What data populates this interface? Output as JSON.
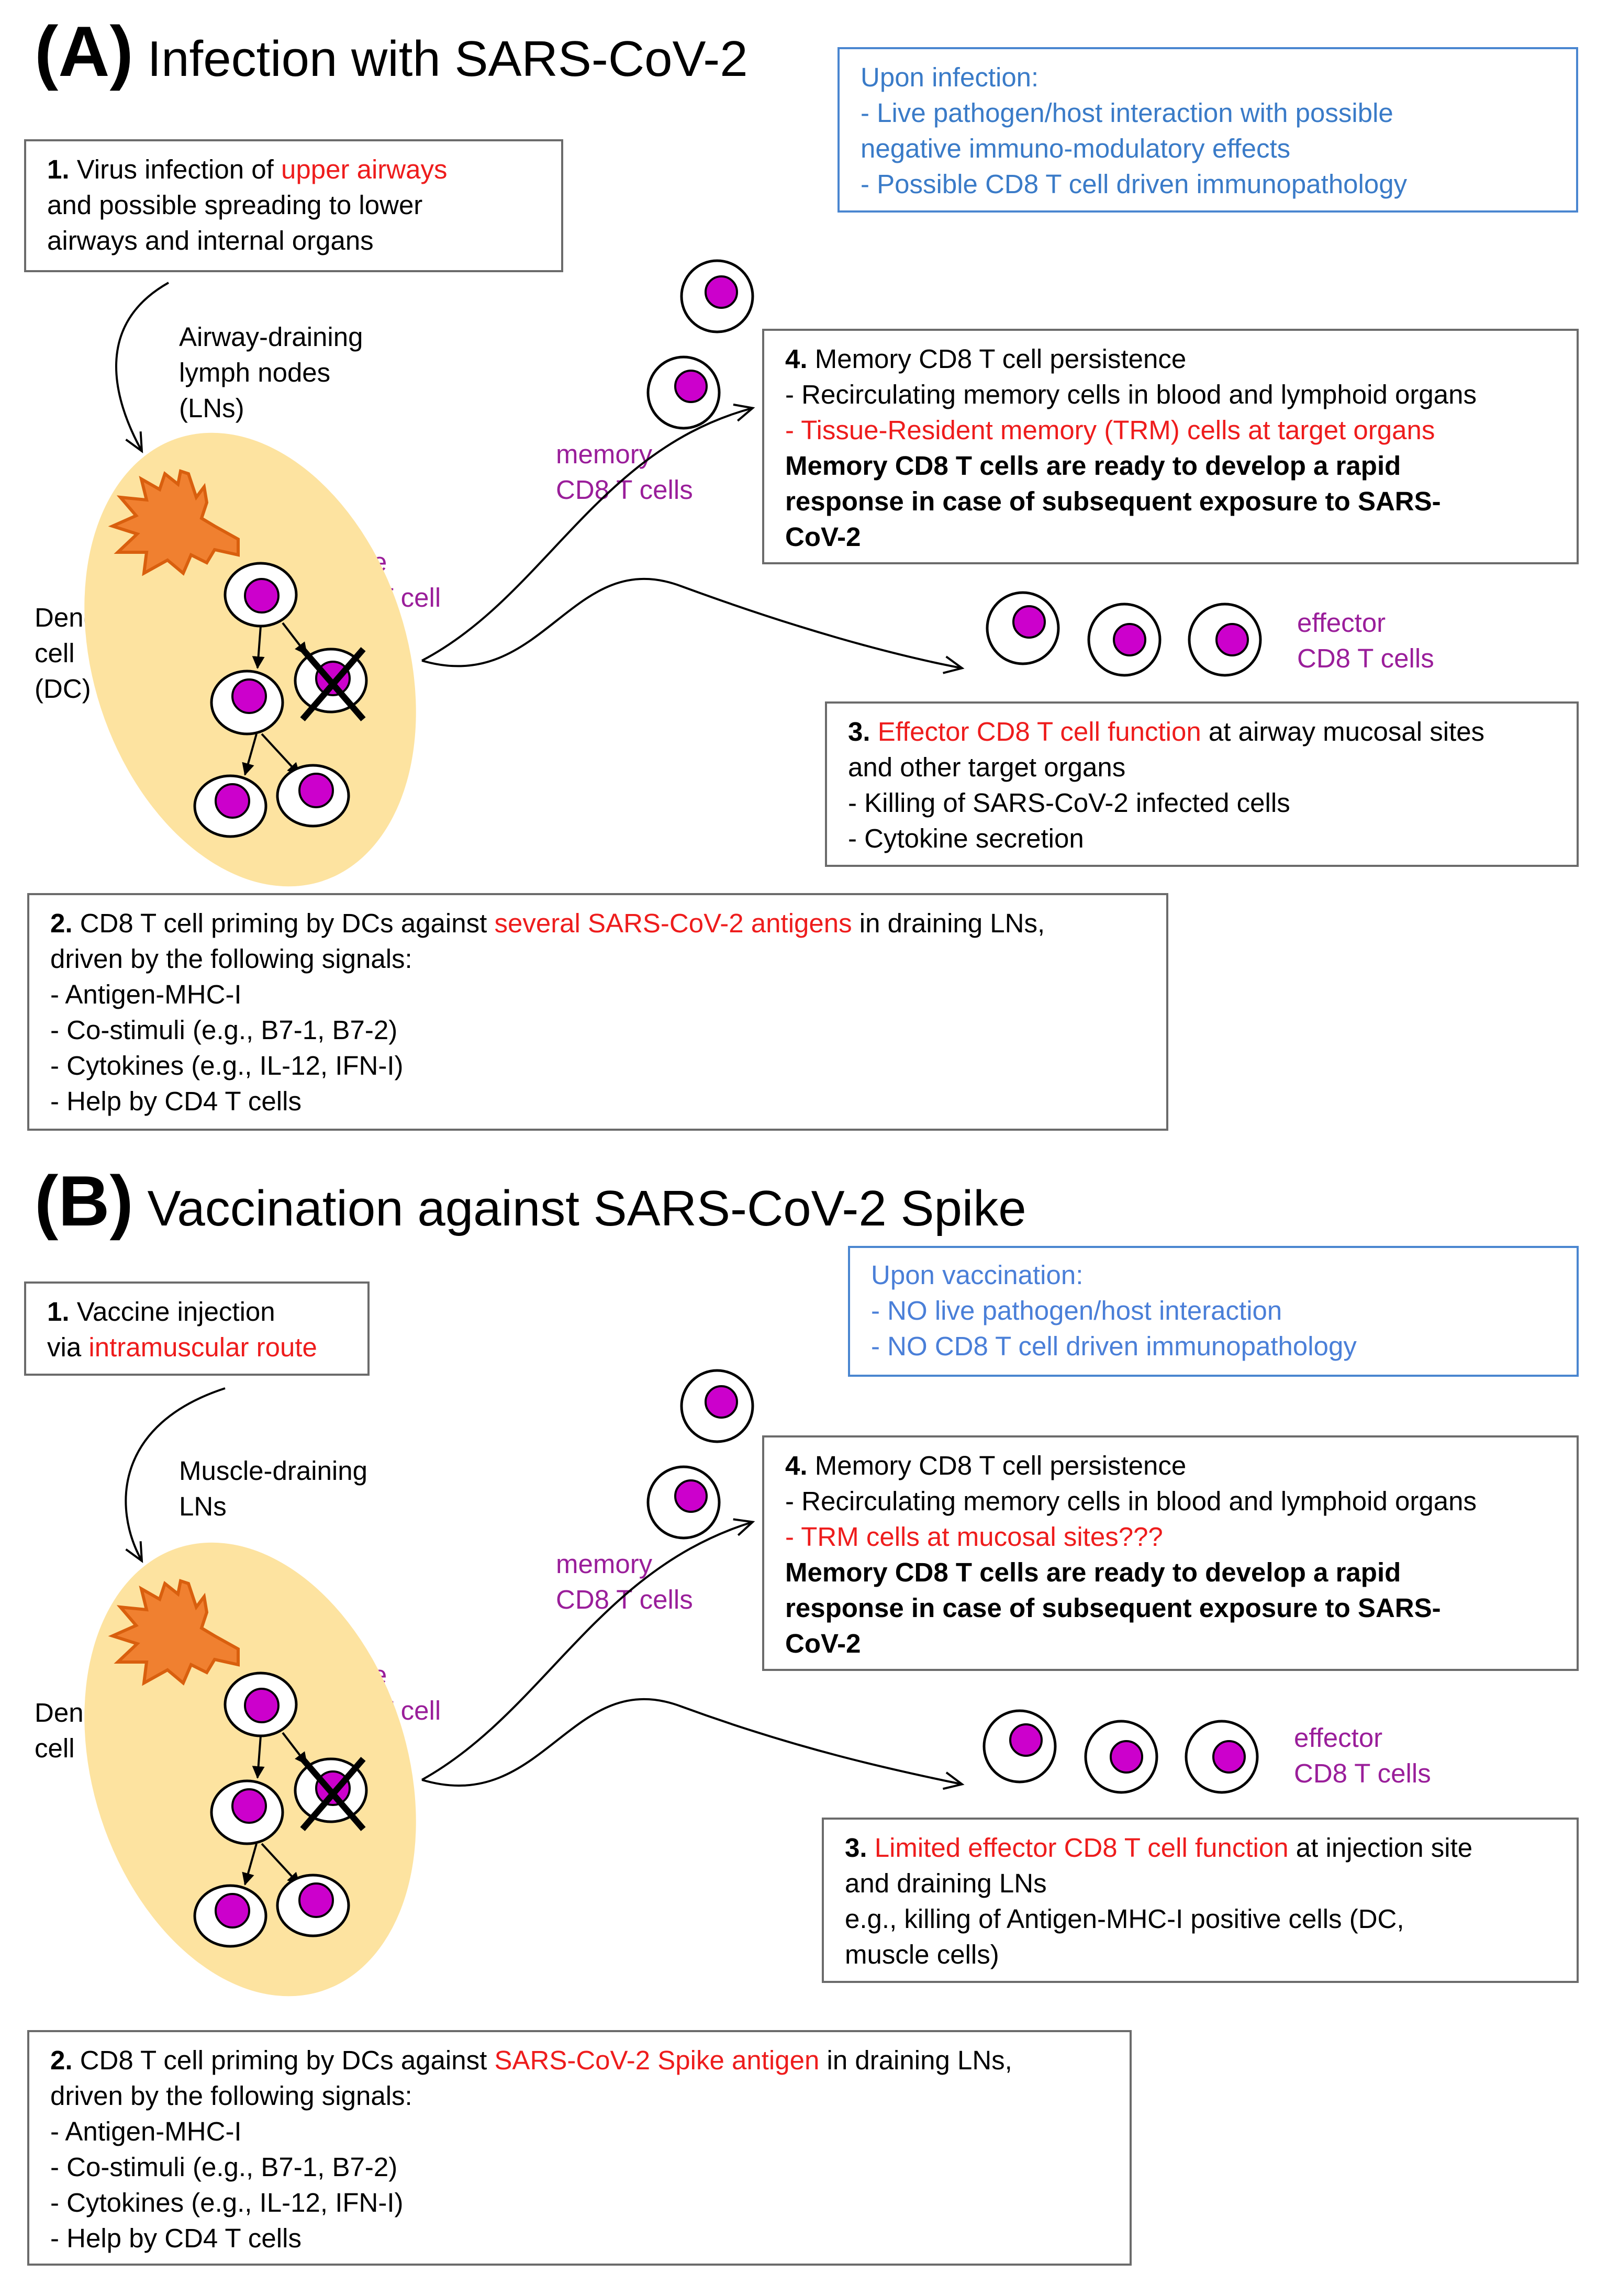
{
  "colors": {
    "accent_red": "#ee1c1c",
    "label_purple": "#9a1e9a",
    "note_blue": "#3a7bc8",
    "node_ellipse": "#fde3a0",
    "dendritic_cell": "#f08030",
    "nucleus": "#cc00cc"
  },
  "panel_a": {
    "label": "(A)",
    "title": "Infection with SARS-CoV-2",
    "note": {
      "lines": [
        "Upon infection:",
        "- Live pathogen/host interaction with possible",
        "negative immuno-modulatory effects",
        "- Possible CD8 T cell driven immunopathology"
      ]
    },
    "step1": {
      "num": "1.",
      "pre": " Virus infection of ",
      "highlight": "upper airways",
      "line2": "and possible spreading to lower",
      "line3": "airways and internal organs"
    },
    "node_label": [
      "Airway-draining",
      "lymph nodes",
      "(LNs)"
    ],
    "dc_label": [
      "Dendritic",
      "cell",
      "(DC)"
    ],
    "naive_label": [
      "Naïve",
      "CD8 T cell"
    ],
    "memory_label": [
      "memory",
      "CD8 T cells"
    ],
    "effector_label": [
      "effector",
      "CD8 T cells"
    ],
    "step4": {
      "num": "4.",
      "title": " Memory CD8 T cell persistence",
      "line2": "- Recirculating memory cells in blood and lymphoid organs",
      "line3": "- Tissue-Resident memory (TRM) cells at target organs",
      "bold": [
        "Memory CD8 T cells are ready to develop a rapid",
        "response in case of subsequent exposure to SARS-",
        "CoV-2"
      ]
    },
    "step3": {
      "num": "3.",
      "highlight": " Effector CD8 T cell function",
      "post": " at airway mucosal sites",
      "lines": [
        "and other target organs",
        "- Killing of SARS-CoV-2 infected cells",
        "- Cytokine secretion"
      ]
    },
    "step2": {
      "num": "2.",
      "pre": " CD8 T cell priming by DCs against ",
      "highlight": "several SARS-CoV-2 antigens",
      "post": " in draining LNs,",
      "lines": [
        "driven by the following signals:",
        "- Antigen-MHC-I",
        "- Co-stimuli (e.g., B7-1, B7-2)",
        "- Cytokines (e.g., IL-12, IFN-I)",
        "- Help by CD4 T cells"
      ]
    }
  },
  "panel_b": {
    "label": "(B)",
    "title": "Vaccination against SARS-CoV-2 Spike",
    "note": {
      "lines": [
        "Upon vaccination:",
        "- NO live pathogen/host interaction",
        "- NO CD8 T cell driven immunopathology"
      ]
    },
    "step1": {
      "num": "1.",
      "pre": " Vaccine injection",
      "line2_pre": "via ",
      "highlight": "intramuscular route"
    },
    "node_label": [
      "Muscle-draining",
      "LNs"
    ],
    "dc_label": [
      "Dendritic",
      "cell"
    ],
    "naive_label": [
      "Naïve",
      "CD8 T cell"
    ],
    "memory_label": [
      "memory",
      "CD8 T cells"
    ],
    "effector_label": [
      "effector",
      "CD8 T cells"
    ],
    "step4": {
      "num": "4.",
      "title": " Memory CD8 T cell persistence",
      "line2": "- Recirculating memory cells in blood and lymphoid organs",
      "line3": "- TRM cells at mucosal sites???",
      "bold": [
        "Memory CD8 T cells are ready to develop a rapid",
        "response in case of subsequent exposure to SARS-",
        "CoV-2"
      ]
    },
    "step3": {
      "num": "3.",
      "highlight": " Limited effector CD8 T cell function",
      "post": " at injection site",
      "lines": [
        "and draining LNs",
        "e.g., killing of Antigen-MHC-I positive cells (DC,",
        "muscle cells)"
      ]
    },
    "step2": {
      "num": "2.",
      "pre": " CD8 T cell priming by DCs against ",
      "highlight": "SARS-CoV-2 Spike antigen",
      "post": " in draining LNs,",
      "lines": [
        "driven by the following signals:",
        "- Antigen-MHC-I",
        "- Co-stimuli (e.g., B7-1, B7-2)",
        "- Cytokines (e.g., IL-12, IFN-I)",
        "- Help by CD4 T cells"
      ]
    }
  }
}
